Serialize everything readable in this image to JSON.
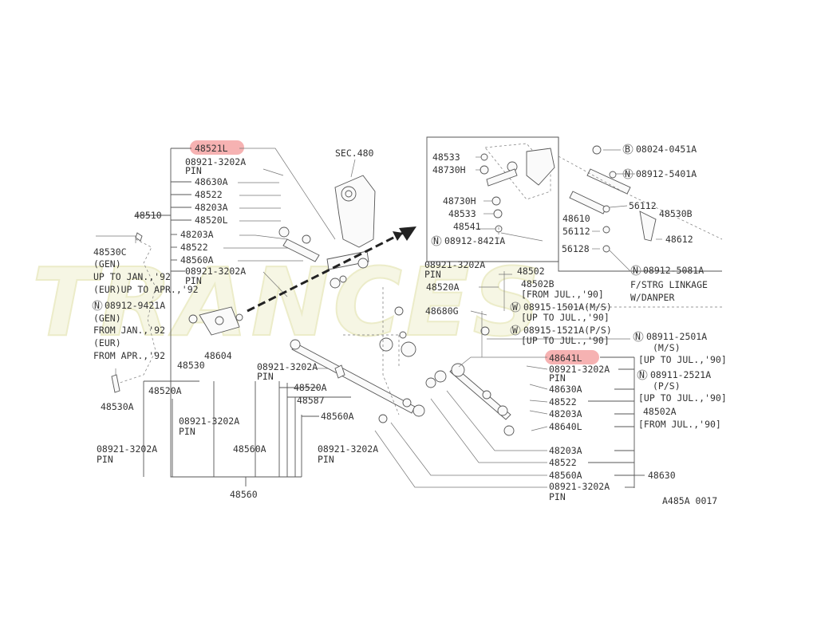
{
  "watermark": "TRANCES",
  "diagram_code": "A485A 0017",
  "section_ref": "SEC.480",
  "highlighted": [
    "48521L",
    "48641L"
  ],
  "left_group": {
    "header": "48521L",
    "items": [
      "08921-3202A",
      "PIN",
      "48630A",
      "48522",
      "48203A",
      "48520L",
      "48203A",
      "48522",
      "48560A",
      "08921-3202A",
      "PIN"
    ],
    "side_label": "48510"
  },
  "left_notes": [
    "48530C",
    "(GEN)",
    "UP TO JAN.,'92",
    "(EUR)UP TO APR.,'92",
    "08912-9421A",
    "(GEN)",
    "FROM JAN.,'92",
    "(EUR)",
    "FROM APR.,'92",
    "48604",
    "48530",
    "48530A"
  ],
  "bottom_left": [
    "48520A",
    "08921-3202A",
    "PIN",
    "08921-3202A",
    "PIN",
    "48560A",
    "48560"
  ],
  "center": [
    "08921-3202A",
    "PIN",
    "48520A",
    "48587",
    "48560A",
    "08921-3202A",
    "PIN"
  ],
  "inset_left": [
    "48533",
    "48730H",
    "48730H",
    "48533",
    "48541",
    "08912-8421A"
  ],
  "inset_right": [
    "08024-0451A",
    "08912-5401A",
    "56112",
    "48530B",
    "48610",
    "56112",
    "48612",
    "56128",
    "08912-5081A",
    "F/STRG LINKAGE",
    "W/DANPER"
  ],
  "right_upper": [
    "08921-3202A",
    "PIN",
    "48502",
    "48520A",
    "48502B",
    "[FROM JUL.,'90]",
    "48680G",
    "08915-1501A(M/S)",
    "[UP TO JUL.,'90]",
    "08915-1521A(P/S)",
    "[UP TO JUL.,'90]",
    "08911-2501A",
    "(M/S)"
  ],
  "right_group": {
    "header": "48641L",
    "items": [
      "08921-3202A",
      "PIN",
      "48630A",
      "48522",
      "48203A",
      "48640L",
      "48203A",
      "48522",
      "48560A",
      "08921-3202A",
      "PIN"
    ],
    "side_label": "48630"
  },
  "right_notes": [
    "[UP TO JUL.,'90]",
    "08911-2521A",
    "(P/S)",
    "[UP TO JUL.,'90]",
    "48502A",
    "[FROM JUL.,'90]"
  ],
  "circle_marks": {
    "B": "B",
    "N": "N",
    "W": "W"
  }
}
